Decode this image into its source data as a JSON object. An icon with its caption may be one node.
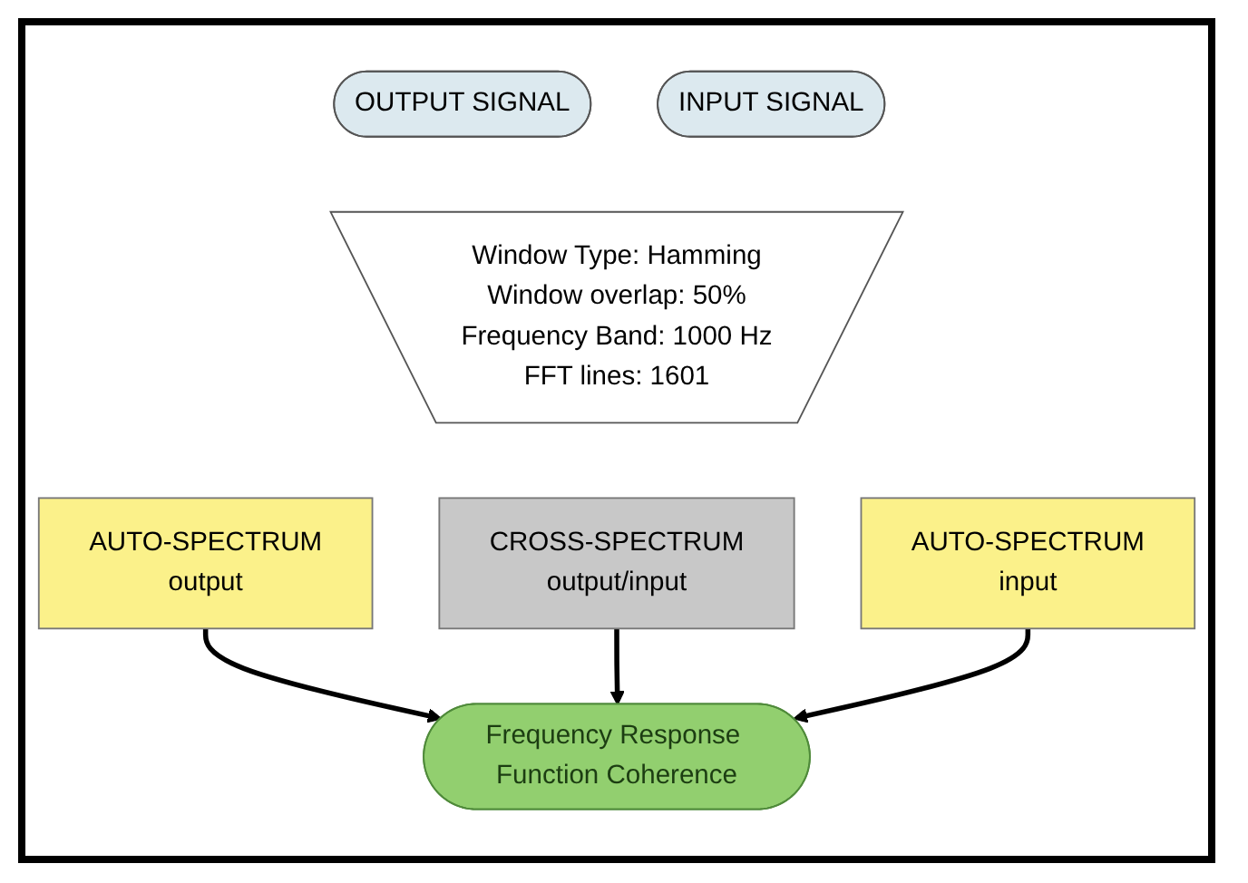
{
  "diagram": {
    "nodes": [
      {
        "text": [
          "OUTPUT SIGNAL"
        ]
      },
      {
        "text": [
          "INPUT SIGNAL"
        ]
      },
      {
        "text": [
          "Window Type: Hamming",
          "Window overlap: 50%",
          "Frequency Band: 1000 Hz",
          "FFT lines: 1601"
        ]
      },
      {
        "text": [
          "AUTO-SPECTRUM",
          "output"
        ]
      },
      {
        "text": [
          "CROSS-SPECTRUM",
          "output/input"
        ]
      },
      {
        "text": [
          "AUTO-SPECTRUM",
          "input"
        ]
      },
      {
        "text": [
          "Frequency Response Function Coherence"
        ]
      }
    ],
    "edges": [
      {
        "from": 3,
        "to": 6,
        "arrow": "to"
      },
      {
        "from": 4,
        "to": 6,
        "arrow": "to"
      },
      {
        "from": 5,
        "to": 6,
        "arrow": "to"
      }
    ]
  }
}
